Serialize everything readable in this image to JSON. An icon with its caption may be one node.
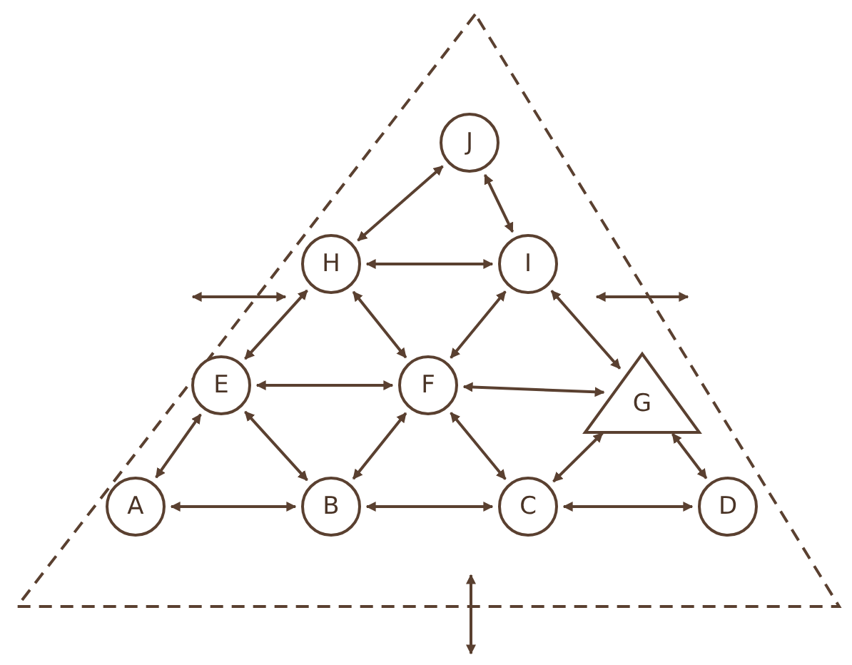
{
  "diagram": {
    "nodes": [
      {
        "text": [
          "J"
        ]
      },
      {
        "text": [
          "H"
        ]
      },
      {
        "text": [
          "I"
        ]
      },
      {
        "text": [
          "E"
        ]
      },
      {
        "text": [
          "F"
        ]
      },
      {
        "text": [
          "G"
        ]
      },
      {
        "text": [
          "A"
        ]
      },
      {
        "text": [
          "B"
        ]
      },
      {
        "text": [
          "C"
        ]
      },
      {
        "text": [
          "D"
        ]
      }
    ],
    "edges": [
      {
        "from": 0,
        "to": 1,
        "arrow": "both"
      },
      {
        "from": 0,
        "to": 2,
        "arrow": "both"
      },
      {
        "from": 1,
        "to": 2,
        "arrow": "both"
      },
      {
        "from": 1,
        "to": 3,
        "arrow": "both"
      },
      {
        "from": 1,
        "to": 4,
        "arrow": "both"
      },
      {
        "from": 2,
        "to": 4,
        "arrow": "both"
      },
      {
        "from": 2,
        "to": 5,
        "arrow": "both"
      },
      {
        "from": 3,
        "to": 4,
        "arrow": "both"
      },
      {
        "from": 4,
        "to": 5,
        "arrow": "both"
      },
      {
        "from": 3,
        "to": 6,
        "arrow": "both"
      },
      {
        "from": 3,
        "to": 7,
        "arrow": "both"
      },
      {
        "from": 4,
        "to": 7,
        "arrow": "both"
      },
      {
        "from": 4,
        "to": 8,
        "arrow": "both"
      },
      {
        "from": 5,
        "to": 8,
        "arrow": "both"
      },
      {
        "from": 5,
        "to": 9,
        "arrow": "both"
      },
      {
        "from": 6,
        "to": 7,
        "arrow": "both"
      },
      {
        "from": 7,
        "to": 8,
        "arrow": "both"
      },
      {
        "from": 8,
        "to": 9,
        "arrow": "both"
      }
    ]
  }
}
